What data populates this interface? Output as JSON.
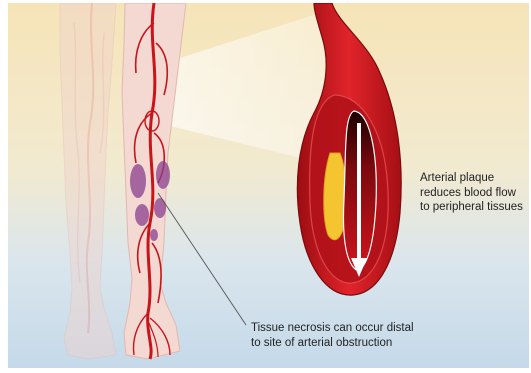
{
  "annotations": {
    "plaque": "Arterial plaque\nreduces blood flow\nto peripheral tissues",
    "necrosis": "Tissue necrosis can occur distal\nto site of arterial obstruction"
  },
  "colors": {
    "background_top": "#f6e4b8",
    "background_bottom": "#c9dcec",
    "artery": "#c8151b",
    "artery_dark": "#8e0b10",
    "plaque": "#f4c531",
    "necrosis": "#8c3f8e",
    "skin": "#f3d9d2"
  },
  "icons": [
    "artery-cross-section",
    "leg-silhouette",
    "blood-flow-arrow"
  ]
}
